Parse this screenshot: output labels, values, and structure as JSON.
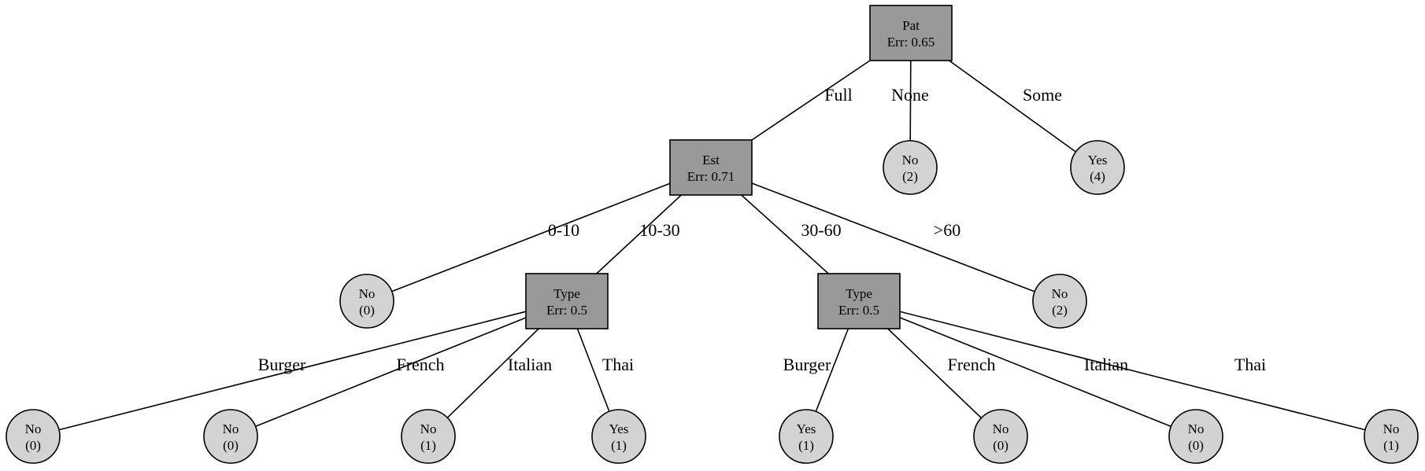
{
  "colors": {
    "decision_fill": "#999999",
    "leaf_fill": "#d3d3d3",
    "stroke": "#000000",
    "background": "#ffffff"
  },
  "nodes": [
    {
      "id": "pat",
      "kind": "decision",
      "label": "Pat",
      "sub": "Err: 0.65"
    },
    {
      "id": "est",
      "kind": "decision",
      "label": "Est",
      "sub": "Err: 0.71"
    },
    {
      "id": "pat-none-leaf",
      "kind": "leaf",
      "label": "No",
      "sub": "(2)"
    },
    {
      "id": "pat-some-leaf",
      "kind": "leaf",
      "label": "Yes",
      "sub": "(4)"
    },
    {
      "id": "est-0-10-leaf",
      "kind": "leaf",
      "label": "No",
      "sub": "(0)"
    },
    {
      "id": "type-a",
      "kind": "decision",
      "label": "Type",
      "sub": "Err: 0.5"
    },
    {
      "id": "type-b",
      "kind": "decision",
      "label": "Type",
      "sub": "Err: 0.5"
    },
    {
      "id": "est-gt60-leaf",
      "kind": "leaf",
      "label": "No",
      "sub": "(2)"
    },
    {
      "id": "type-a-burger-leaf",
      "kind": "leaf",
      "label": "No",
      "sub": "(0)"
    },
    {
      "id": "type-a-french-leaf",
      "kind": "leaf",
      "label": "No",
      "sub": "(0)"
    },
    {
      "id": "type-a-italian-leaf",
      "kind": "leaf",
      "label": "No",
      "sub": "(1)"
    },
    {
      "id": "type-a-thai-leaf",
      "kind": "leaf",
      "label": "Yes",
      "sub": "(1)"
    },
    {
      "id": "type-b-burger-leaf",
      "kind": "leaf",
      "label": "Yes",
      "sub": "(1)"
    },
    {
      "id": "type-b-french-leaf",
      "kind": "leaf",
      "label": "No",
      "sub": "(0)"
    },
    {
      "id": "type-b-italian-leaf",
      "kind": "leaf",
      "label": "No",
      "sub": "(0)"
    },
    {
      "id": "type-b-thai-leaf",
      "kind": "leaf",
      "label": "No",
      "sub": "(1)"
    }
  ],
  "edges": [
    {
      "from": "pat",
      "to": "est",
      "label": "Full"
    },
    {
      "from": "pat",
      "to": "pat-none-leaf",
      "label": "None"
    },
    {
      "from": "pat",
      "to": "pat-some-leaf",
      "label": "Some"
    },
    {
      "from": "est",
      "to": "est-0-10-leaf",
      "label": "0-10"
    },
    {
      "from": "est",
      "to": "type-a",
      "label": "10-30"
    },
    {
      "from": "est",
      "to": "type-b",
      "label": "30-60"
    },
    {
      "from": "est",
      "to": "est-gt60-leaf",
      "label": ">60"
    },
    {
      "from": "type-a",
      "to": "type-a-burger-leaf",
      "label": "Burger"
    },
    {
      "from": "type-a",
      "to": "type-a-french-leaf",
      "label": "French"
    },
    {
      "from": "type-a",
      "to": "type-a-italian-leaf",
      "label": "Italian"
    },
    {
      "from": "type-a",
      "to": "type-a-thai-leaf",
      "label": "Thai"
    },
    {
      "from": "type-b",
      "to": "type-b-burger-leaf",
      "label": "Burger"
    },
    {
      "from": "type-b",
      "to": "type-b-french-leaf",
      "label": "French"
    },
    {
      "from": "type-b",
      "to": "type-b-italian-leaf",
      "label": "Italian"
    },
    {
      "from": "type-b",
      "to": "type-b-thai-leaf",
      "label": "Thai"
    }
  ]
}
